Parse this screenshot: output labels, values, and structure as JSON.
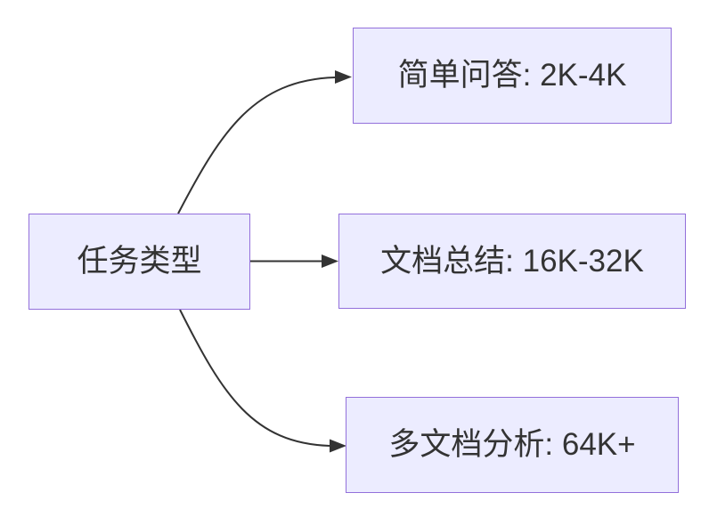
{
  "diagram": {
    "type": "flowchart",
    "direction": "left-to-right",
    "nodes": [
      {
        "id": "root",
        "label": "任务类型"
      },
      {
        "id": "simple-qa",
        "label": "简单问答: 2K-4K"
      },
      {
        "id": "doc-summary",
        "label": "文档总结: 16K-32K"
      },
      {
        "id": "multi-doc",
        "label": "多文档分析: 64K+"
      }
    ],
    "edges": [
      {
        "from": "root",
        "to": "simple-qa",
        "style": "curved-up",
        "arrow": "filled-triangle"
      },
      {
        "from": "root",
        "to": "doc-summary",
        "style": "straight",
        "arrow": "filled-triangle"
      },
      {
        "from": "root",
        "to": "multi-doc",
        "style": "curved-down",
        "arrow": "filled-triangle"
      }
    ],
    "colors": {
      "node_fill": "#ECECFF",
      "node_border": "#9370DB",
      "edge_stroke": "#333333",
      "text": "#333333",
      "background": "#FFFFFF"
    }
  }
}
